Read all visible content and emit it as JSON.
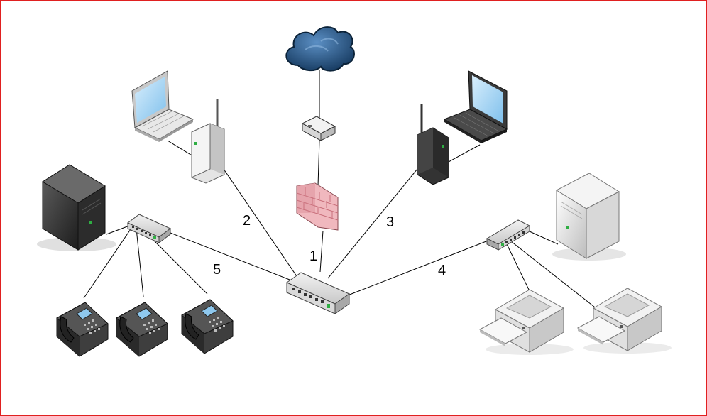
{
  "diagram": {
    "link_labels": {
      "l1": "1",
      "l2": "2",
      "l3": "3",
      "l4": "4",
      "l5": "5"
    },
    "colors": {
      "frame_border": "#e02020",
      "cloud": "#2a5a8c",
      "firewall": "#e8a0a8",
      "wire": "#000000"
    },
    "devices": [
      "cloud-icon",
      "router-icon",
      "firewall-icon",
      "core-switch-icon",
      "access-point-left-icon",
      "access-point-right-icon",
      "laptop-left-icon",
      "laptop-right-icon",
      "switch-left-icon",
      "switch-right-icon",
      "server-dark-icon",
      "server-light-icon",
      "ip-phone-icon",
      "printer-icon"
    ]
  }
}
